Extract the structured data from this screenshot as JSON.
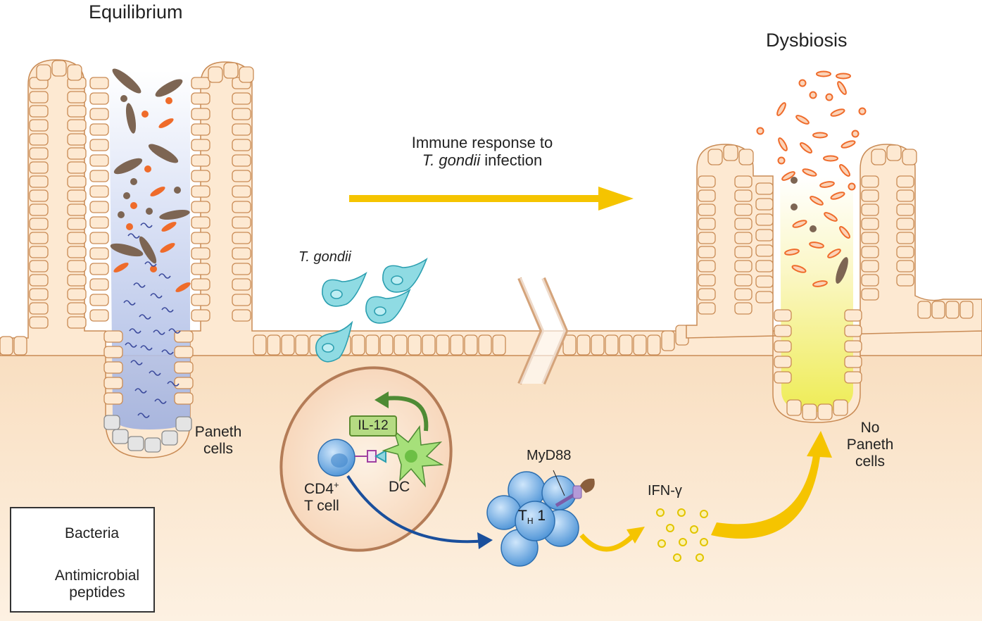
{
  "labels": {
    "equilibrium": "Equilibrium",
    "dysbiosis": "Dysbiosis",
    "immune_response_line1": "Immune response to",
    "immune_response_line2_italic": "T. gondii",
    "immune_response_line2_rest": " infection",
    "t_gondii": "T. gondii",
    "paneth_cells_line1": "Paneth",
    "paneth_cells_line2": "cells",
    "no_paneth_line1": "No",
    "no_paneth_line2": "Paneth",
    "no_paneth_line3": "cells",
    "il12": "IL-12",
    "cd4_main": "CD4",
    "cd4_sup": "+",
    "t_cell": "T cell",
    "dc": "DC",
    "myd88": "MyD88",
    "th1_T": "T",
    "th1_sub": "H",
    "th1_num": "1",
    "ifn_gamma": "IFN-γ"
  },
  "legend": {
    "bacteria": "Bacteria",
    "amp_line1": "Antimicrobial",
    "amp_line2": "peptides"
  },
  "colors": {
    "tissue": "#fbe3c8",
    "cell_fill": "#fde9d2",
    "cell_stroke": "#c98b55",
    "bacteria_brown": "#7d6553",
    "bacteria_orange": "#ef6b2a",
    "amp_blue": "#3b4a9c",
    "crypt_blue": "#a9b7e0",
    "crypt_yellow": "#f4f07a",
    "arrow_yellow": "#f5c400",
    "tgondii_teal": "#79d3de",
    "tcell_blue": "#5aa2e0",
    "dc_green": "#8fd05f",
    "arrow_blue": "#1a4f9c",
    "arrow_green": "#4e8b34",
    "ellipse_brown": "#b47c57"
  }
}
